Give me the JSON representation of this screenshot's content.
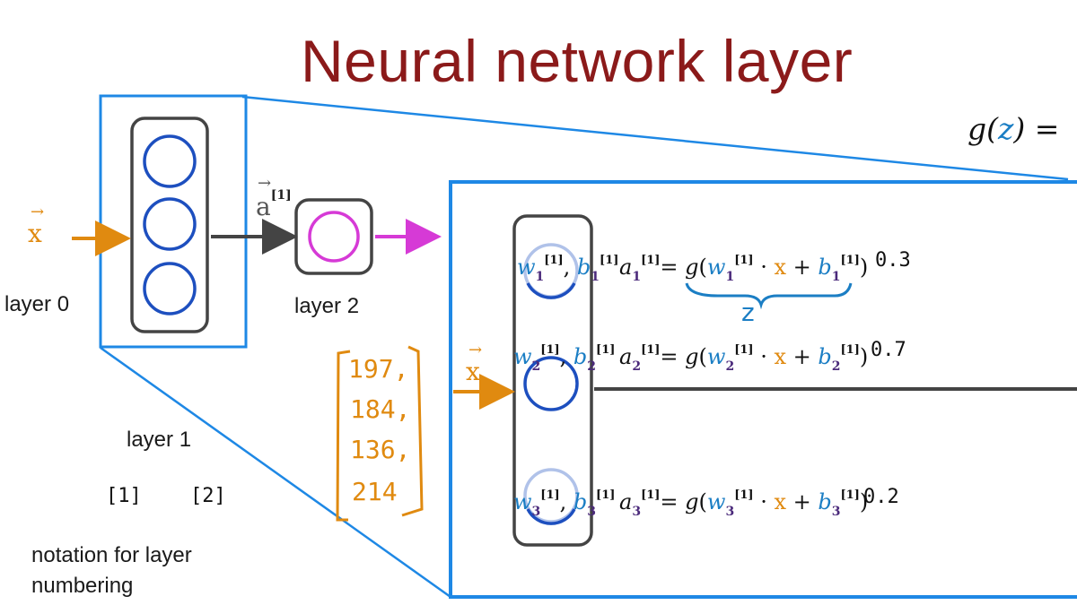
{
  "title": "Neural network layer",
  "activation": {
    "prefix": "g(",
    "z": "z",
    "suffix": ") ="
  },
  "small_net": {
    "input_label": "x",
    "activation_label": "a",
    "activation_superscript": "[1]",
    "layer0_label": "layer 0",
    "layer1_label": "layer 1",
    "layer2_label": "layer 2"
  },
  "notation": {
    "bracket1": "[1]",
    "bracket2": "[2]",
    "line1": "notation for layer",
    "line2": "numbering"
  },
  "input_vector": [
    "197,",
    "184,",
    "136,",
    "214"
  ],
  "input_label": "x",
  "z_label": "z",
  "neurons": [
    {
      "w": "w",
      "b": "b",
      "a": "a",
      "sub": "1",
      "sup": "[1]",
      "value": "0.3"
    },
    {
      "w": "w",
      "b": "b",
      "a": "a",
      "sub": "2",
      "sup": "[1]",
      "value": "0.7"
    },
    {
      "w": "w",
      "b": "b",
      "a": "a",
      "sub": "3",
      "sup": "[1]",
      "value": "0.2"
    }
  ],
  "colors": {
    "title": "#8b1a1a",
    "zoom_frame": "#1e88e5",
    "input_arrow": "#e08a10",
    "hidden_neuron": "#1d4fbf",
    "output_neuron": "#d63ad6",
    "weights": "#1b7ec4",
    "layer_box": "#444444"
  }
}
